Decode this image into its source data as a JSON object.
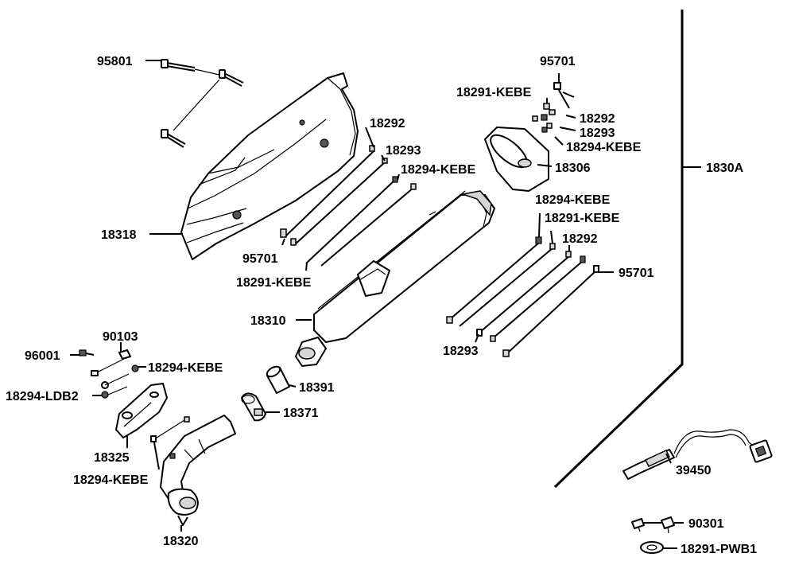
{
  "labels": {
    "p95801": "95801",
    "p18318": "18318",
    "p18292_a": "18292",
    "p18293_a": "18293",
    "p18294_kebe_a": "18294-KEBE",
    "p95701_a": "95701",
    "p18291_kebe_a": "18291-KEBE",
    "p95701_b": "95701",
    "p18291_kebe_b": "18291-KEBE",
    "p18292_b": "18292",
    "p18293_b": "18293",
    "p18294_kebe_b": "18294-KEBE",
    "p18306": "18306",
    "p1830A": "1830A",
    "p18294_kebe_c": "18294-KEBE",
    "p18291_kebe_c": "18291-KEBE",
    "p18292_c": "18292",
    "p95701_c": "95701",
    "p18293_c": "18293",
    "p18310": "18310",
    "p90103": "90103",
    "p96001": "96001",
    "p18294_kebe_d": "18294-KEBE",
    "p18294_ldb2": "18294-LDB2",
    "p18391": "18391",
    "p18371": "18371",
    "p18325": "18325",
    "p18294_kebe_e": "18294-KEBE",
    "p18320": "18320",
    "p39450": "39450",
    "p90301": "90301",
    "p18291_pwb1": "18291-PWB1"
  }
}
